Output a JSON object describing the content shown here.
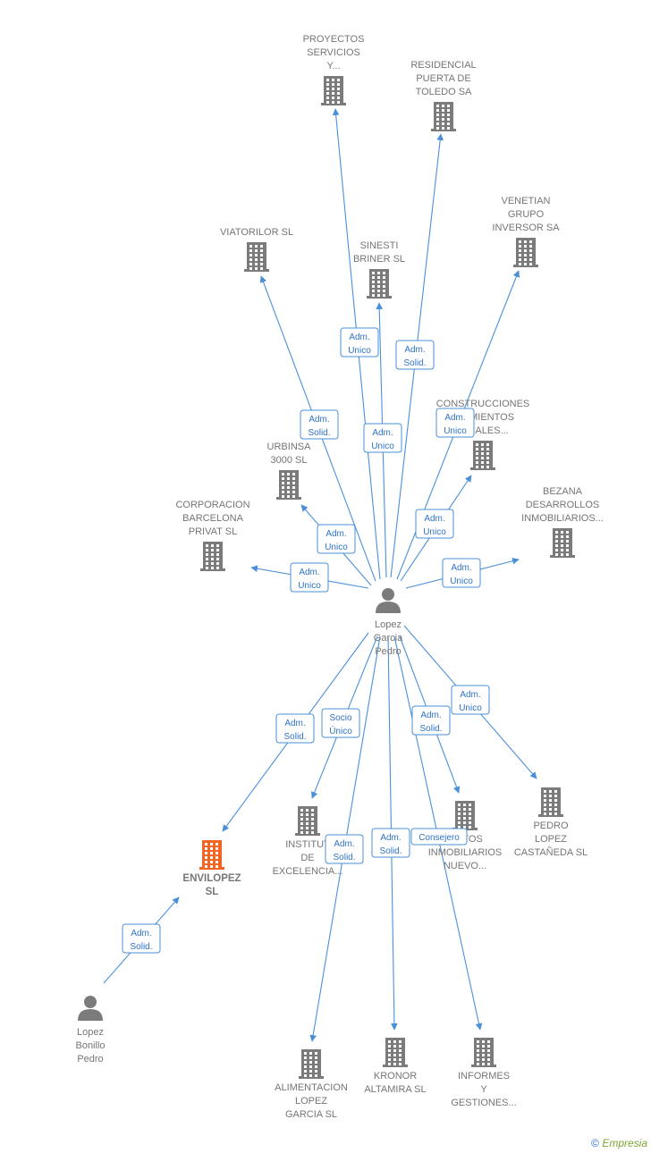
{
  "colors": {
    "company": "#7b7b7b",
    "highlight": "#f26522",
    "person": "#7b7b7b",
    "edge": "#4a90d9"
  },
  "nodes": [
    {
      "id": "proyectos",
      "type": "company",
      "lines": [
        "PROYECTOS",
        "SERVICIOS",
        "Y..."
      ]
    },
    {
      "id": "residencial",
      "type": "company",
      "lines": [
        "RESIDENCIAL",
        "PUERTA DE",
        "TOLEDO SA"
      ]
    },
    {
      "id": "viatorilor",
      "type": "company",
      "lines": [
        "VIATORILOR SL"
      ]
    },
    {
      "id": "sinesti",
      "type": "company",
      "lines": [
        "SINESTI",
        "BRINER  SL"
      ]
    },
    {
      "id": "venetian",
      "type": "company",
      "lines": [
        "VENETIAN",
        "GRUPO",
        "INVERSOR SA"
      ]
    },
    {
      "id": "construcciones",
      "type": "company",
      "lines": [
        "CONSTRUCCIONES",
        "...NIMIENTOS",
        "...CIALES..."
      ]
    },
    {
      "id": "urbinsa",
      "type": "company",
      "lines": [
        "URBINSA",
        "3000 SL"
      ]
    },
    {
      "id": "corporacion",
      "type": "company",
      "lines": [
        "CORPORACION",
        "BARCELONA",
        "PRIVAT SL"
      ]
    },
    {
      "id": "bezana",
      "type": "company",
      "lines": [
        "BEZANA",
        "DESARROLLOS",
        "INMOBILIARIOS..."
      ]
    },
    {
      "id": "lgp",
      "type": "person",
      "lines": [
        "Lopez",
        "Garcia",
        "Pedro"
      ]
    },
    {
      "id": "envilopez",
      "type": "highlight",
      "lines": [
        "ENVILOPEZ",
        "SL"
      ]
    },
    {
      "id": "instituto",
      "type": "company",
      "lines": [
        "INSTITUT",
        "DE",
        "EXCELENCIA..."
      ]
    },
    {
      "id": "proyectos_inm",
      "type": "company",
      "lines": [
        "...CTOS",
        "INMOBILIARIOS",
        "NUEVO..."
      ]
    },
    {
      "id": "pedro_lopez",
      "type": "company",
      "lines": [
        "PEDRO",
        "LOPEZ",
        "CASTAÑEDA SL"
      ]
    },
    {
      "id": "lbp",
      "type": "person",
      "lines": [
        "Lopez",
        "Bonillo",
        "Pedro"
      ]
    },
    {
      "id": "alimentacion",
      "type": "company",
      "lines": [
        "ALIMENTACION",
        "LOPEZ",
        "GARCIA  SL"
      ]
    },
    {
      "id": "kronor",
      "type": "company",
      "lines": [
        "KRONOR",
        "ALTAMIRA  SL"
      ]
    },
    {
      "id": "informes",
      "type": "company",
      "lines": [
        "INFORMES",
        "Y",
        "GESTIONES..."
      ]
    }
  ],
  "edges": [
    {
      "from": "lgp",
      "to": "proyectos",
      "label": [
        "Adm.",
        "Unico"
      ]
    },
    {
      "from": "lgp",
      "to": "residencial",
      "label": [
        "Adm.",
        "Solid."
      ]
    },
    {
      "from": "lgp",
      "to": "viatorilor",
      "label": [
        "Adm.",
        "Solid."
      ]
    },
    {
      "from": "lgp",
      "to": "sinesti",
      "label": [
        "Adm.",
        "Unico"
      ]
    },
    {
      "from": "lgp",
      "to": "venetian",
      "label": [
        "Adm.",
        "Unico"
      ]
    },
    {
      "from": "lgp",
      "to": "construcciones",
      "label": [
        "Adm.",
        "Unico"
      ]
    },
    {
      "from": "lgp",
      "to": "urbinsa",
      "label": [
        "Adm.",
        "Unico"
      ]
    },
    {
      "from": "lgp",
      "to": "corporacion",
      "label": [
        "Adm.",
        "Unico"
      ]
    },
    {
      "from": "lgp",
      "to": "bezana",
      "label": [
        "Adm.",
        "Unico"
      ]
    },
    {
      "from": "lgp",
      "to": "envilopez",
      "label": [
        "Adm.",
        "Solid."
      ]
    },
    {
      "from": "lgp",
      "to": "instituto",
      "label": [
        "Socio",
        "Único"
      ]
    },
    {
      "from": "lgp",
      "to": "proyectos_inm",
      "label": [
        "Adm.",
        "Solid."
      ]
    },
    {
      "from": "lgp",
      "to": "pedro_lopez",
      "label": [
        "Adm.",
        "Unico"
      ]
    },
    {
      "from": "lgp",
      "to": "alimentacion",
      "label": [
        "Adm.",
        "Solid."
      ]
    },
    {
      "from": "lgp",
      "to": "kronor",
      "label": [
        "Adm.",
        "Solid."
      ]
    },
    {
      "from": "lgp",
      "to": "informes",
      "label": [
        "Consejero"
      ]
    },
    {
      "from": "lbp",
      "to": "envilopez",
      "label": [
        "Adm.",
        "Solid."
      ]
    }
  ],
  "footer": {
    "copyright": "©",
    "brand": "Empresia"
  }
}
